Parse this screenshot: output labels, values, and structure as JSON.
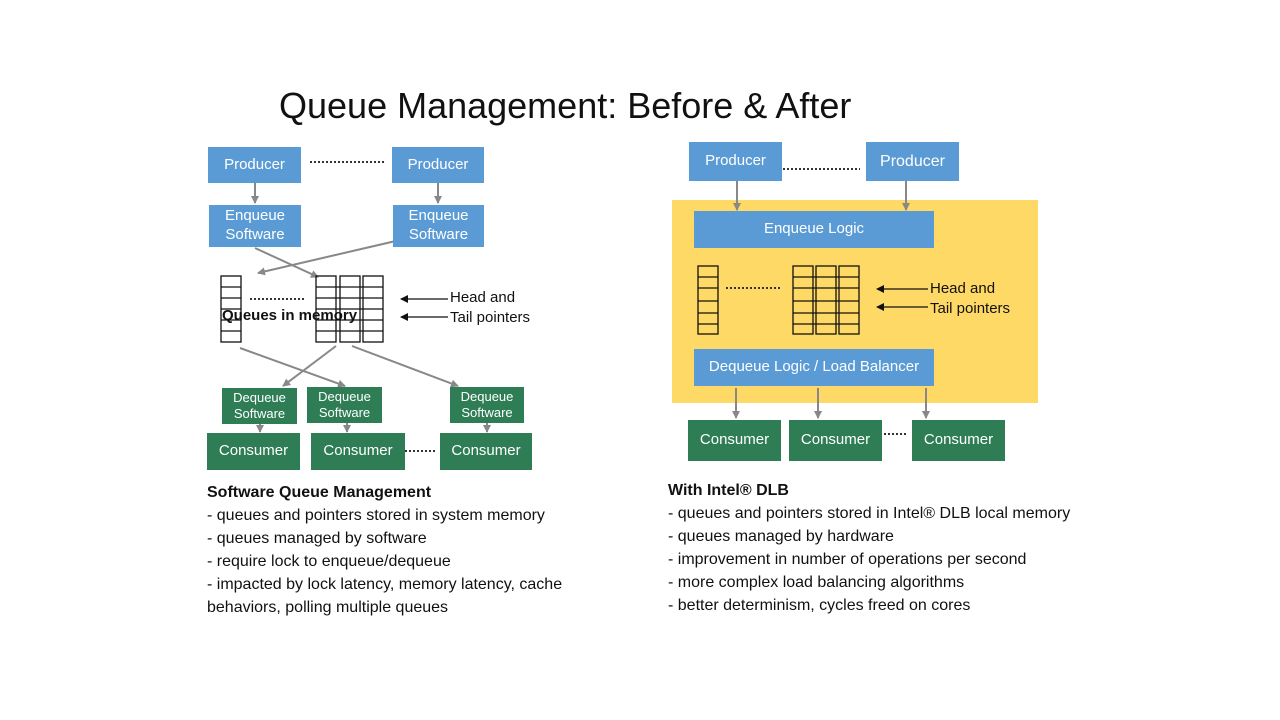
{
  "title": "Queue Management: Before & After",
  "colors": {
    "box_blue": "#5b9bd5",
    "box_green": "#2e7d55",
    "panel_yellow": "#ffd966"
  },
  "left": {
    "producers": [
      "Producer",
      "Producer"
    ],
    "enqueue": [
      "Enqueue Software",
      "Enqueue Software"
    ],
    "queues_label": "Queues in memory",
    "pointer_label": [
      "Head and",
      "Tail pointers"
    ],
    "dequeue": [
      "Dequeue Software",
      "Dequeue Software",
      "Dequeue Software"
    ],
    "consumers": [
      "Consumer",
      "Consumer",
      "Consumer"
    ],
    "notes_heading": "Software Queue Management",
    "notes": [
      "- queues and pointers stored in system memory",
      "- queues managed by software",
      "- require lock to enqueue/dequeue",
      "- impacted by lock latency, memory latency, cache",
      "behaviors, polling multiple queues"
    ]
  },
  "right": {
    "producers": [
      "Producer",
      "Producer"
    ],
    "enqueue_logic": "Enqueue Logic",
    "pointer_label": [
      "Head and",
      "Tail pointers"
    ],
    "dequeue_logic": "Dequeue Logic / Load Balancer",
    "consumers": [
      "Consumer",
      "Consumer",
      "Consumer"
    ],
    "notes_heading": "With Intel® DLB",
    "notes": [
      "- queues and pointers stored in Intel® DLB local memory",
      "- queues managed by hardware",
      "- improvement in number of operations per second",
      "- more complex load balancing algorithms",
      "- better determinism, cycles freed on cores"
    ]
  }
}
